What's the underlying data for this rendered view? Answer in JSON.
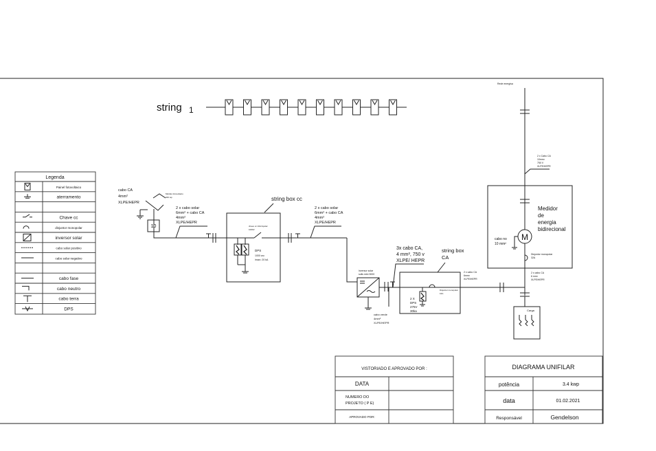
{
  "string": {
    "label": "string",
    "index": "1",
    "panel_count": 10
  },
  "legend": {
    "title": "Legenda",
    "items": [
      {
        "symbol": "pv-panel-icon",
        "label": "Painel fotovoltaico"
      },
      {
        "symbol": "ground-icon",
        "label": "aterramento"
      },
      {
        "symbol": "",
        "label": ""
      },
      {
        "symbol": "dc-switch-icon",
        "label": "Chave cc"
      },
      {
        "symbol": "breaker-icon",
        "label": "disjuntor monopolar"
      },
      {
        "symbol": "inverter-icon",
        "label": "inversor solar"
      },
      {
        "symbol": "positive-cable-icon",
        "label": "cabo solar positivo"
      },
      {
        "symbol": "negative-cable-icon",
        "label": "cabo solar negativo"
      },
      {
        "symbol": "",
        "label": ""
      },
      {
        "symbol": "phase-cable-icon",
        "label": "cabo fase"
      },
      {
        "symbol": "neutral-cable-icon",
        "label": "cabo neutro"
      },
      {
        "symbol": "earth-cable-icon",
        "label": "cabo terra"
      },
      {
        "symbol": "dps-icon",
        "label": "DPS"
      }
    ]
  },
  "labels": {
    "pv_cable": [
      "cabo CA",
      "4mm²",
      "XLPE/HEPR"
    ],
    "module_note": [
      "Módulo fotovoltaico",
      "340 wp"
    ],
    "module_count": "10",
    "cable1": [
      "2 x cabo solar",
      "6mm² + cabo CA",
      "4mm²",
      "XLPE/HEPR"
    ],
    "string_box_cc": "string box cc",
    "cable2": [
      "2 x cabo solar",
      "6mm² + cabo CA",
      "4mm²",
      "XLPE/HEPR"
    ],
    "dc_switch_note": [
      "chave cc 10A bipolar",
      "1000V"
    ],
    "dps_cc": [
      "DPS",
      "1000 vcc",
      "imax= 20 kA"
    ],
    "inverter_note": [
      "Inversor solar",
      "solis mini 3000"
    ],
    "cable3": [
      "3x cabo CA,",
      "4 mm²,  750 v",
      "XLPE/ HEPR"
    ],
    "string_box_ca": [
      "string box",
      "CA"
    ],
    "breaker_ca_note": [
      "Disjuntor monopolar",
      "16A"
    ],
    "dps_ca": [
      "2 X",
      "DPS",
      "275V",
      "30ka"
    ],
    "green_cable": [
      "cabo verde",
      "4mm²",
      "XLPE/HEPR"
    ],
    "cable4": [
      "2 x cabo CA",
      "6mm²",
      "XLPE/HEPR"
    ],
    "grid": "Rede energisa",
    "cable5": [
      "2 x Cabo CA",
      "10mm²",
      "750 V",
      "XLPE/HEPR"
    ],
    "meter_text": [
      "Medidor",
      "de",
      "energia",
      "bidirecional"
    ],
    "meter_symbol": "M",
    "meter_cable": [
      "cabo no",
      "10 mm²"
    ],
    "breaker_meter": [
      "Disjuntor monopolar",
      "32A"
    ],
    "cable6": [
      "2 x cabo CA",
      "6 mm²",
      "XLPE/HEPR"
    ],
    "load": "Carga"
  },
  "approval": {
    "header": "VISTORIADO E APROVADO POR :",
    "date_label": "DATA",
    "project_label_1": "NUMERO DO",
    "project_label_2": "PROJETO ( P E)",
    "approved_label": "APROVADO POR:"
  },
  "title_block": {
    "title": "DIAGRAMA UNIFILAR",
    "rows": [
      {
        "label": "potência",
        "value": "3.4 kwp"
      },
      {
        "label": "data",
        "value": "01.02.2021"
      },
      {
        "label": "Responsável",
        "value": "Gendelson"
      }
    ]
  }
}
